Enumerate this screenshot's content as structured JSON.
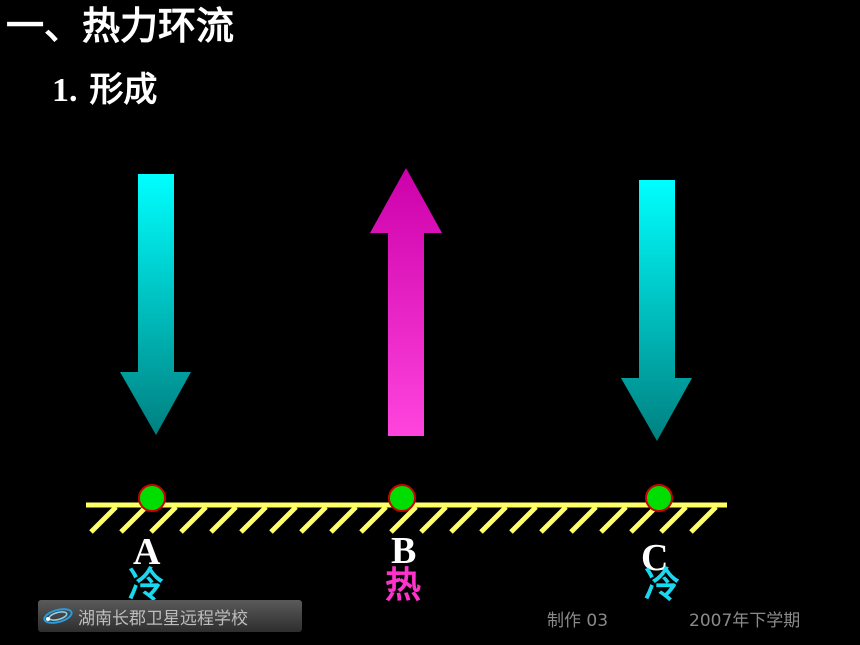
{
  "title": "一、热力环流",
  "subtitle": {
    "number": "1.",
    "text": "形成"
  },
  "points": [
    {
      "letter": "A",
      "temperature": "冷",
      "airflow": "down"
    },
    {
      "letter": "B",
      "temperature": "热",
      "airflow": "up"
    },
    {
      "letter": "C",
      "temperature": "冷",
      "airflow": "down"
    }
  ],
  "colors": {
    "cold_arrow_top": "#00ffff",
    "cold_arrow_bottom": "#008080",
    "hot_arrow_top": "#cc00aa",
    "hot_arrow_bottom": "#ff44dd",
    "ground": "#ffff66",
    "point_fill": "#00dd00",
    "point_stroke": "#cc0000"
  },
  "footer": {
    "school_icon": "orbit-logo-icon",
    "school": "湖南长郡卫星远程学校",
    "made_by": "制作 03",
    "term": "2007年下学期"
  }
}
